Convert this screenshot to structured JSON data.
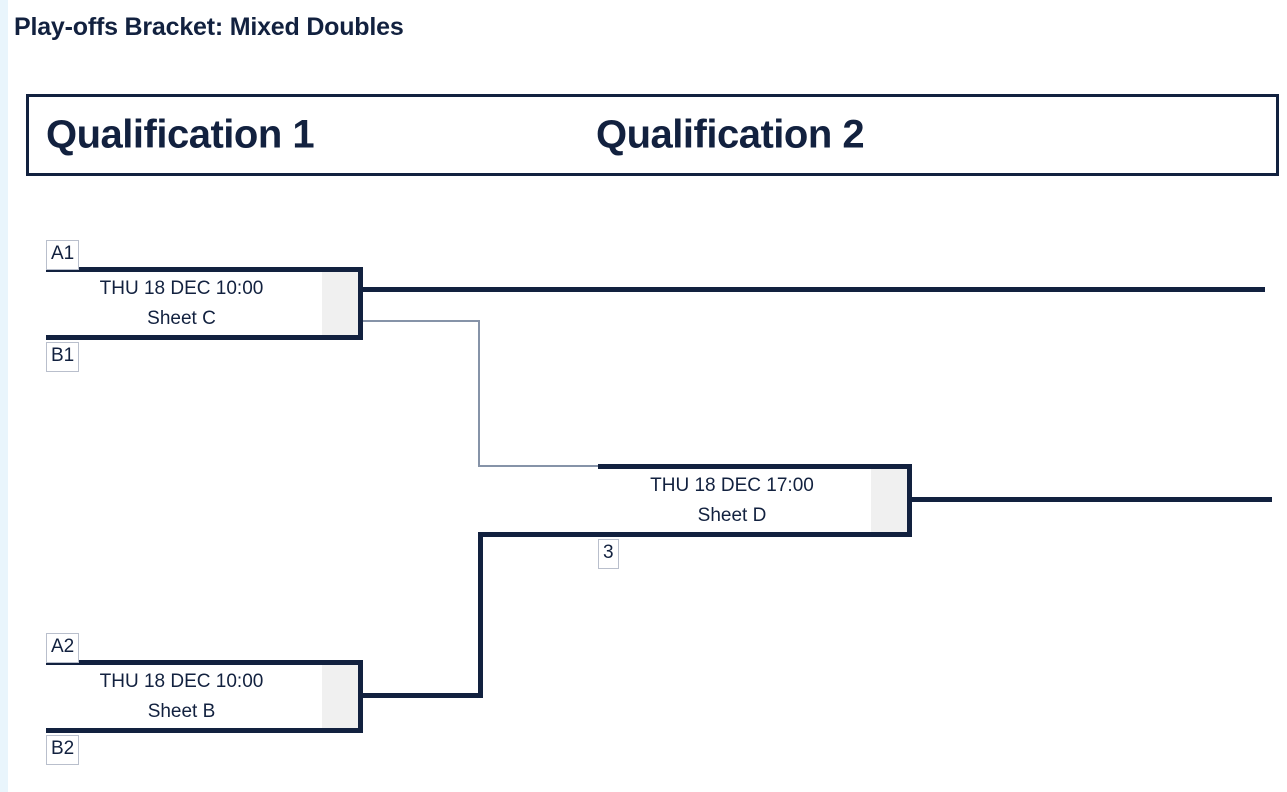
{
  "page": {
    "title": "Play-offs Bracket: Mixed Doubles",
    "background_color": "#ffffff",
    "accent_color": "#12213f",
    "gutter_color": "#e9f5fc"
  },
  "round_header": {
    "rounds": [
      {
        "label": "Qualification 1"
      },
      {
        "label": "Qualification 2"
      }
    ]
  },
  "bracket": {
    "matches": [
      {
        "id": "match-1",
        "date": "THU 18 DEC 10:00",
        "sheet": "Sheet C",
        "round": 1,
        "slot_top": "A1",
        "slot_bottom": "B1"
      },
      {
        "id": "match-2",
        "date": "THU 18 DEC 10:00",
        "sheet": "Sheet B",
        "round": 1,
        "slot_top": "A2",
        "slot_bottom": "B2"
      },
      {
        "id": "match-3",
        "date": "THU 18 DEC 17:00",
        "sheet": "Sheet D",
        "round": 2,
        "badge": "3"
      }
    ]
  }
}
